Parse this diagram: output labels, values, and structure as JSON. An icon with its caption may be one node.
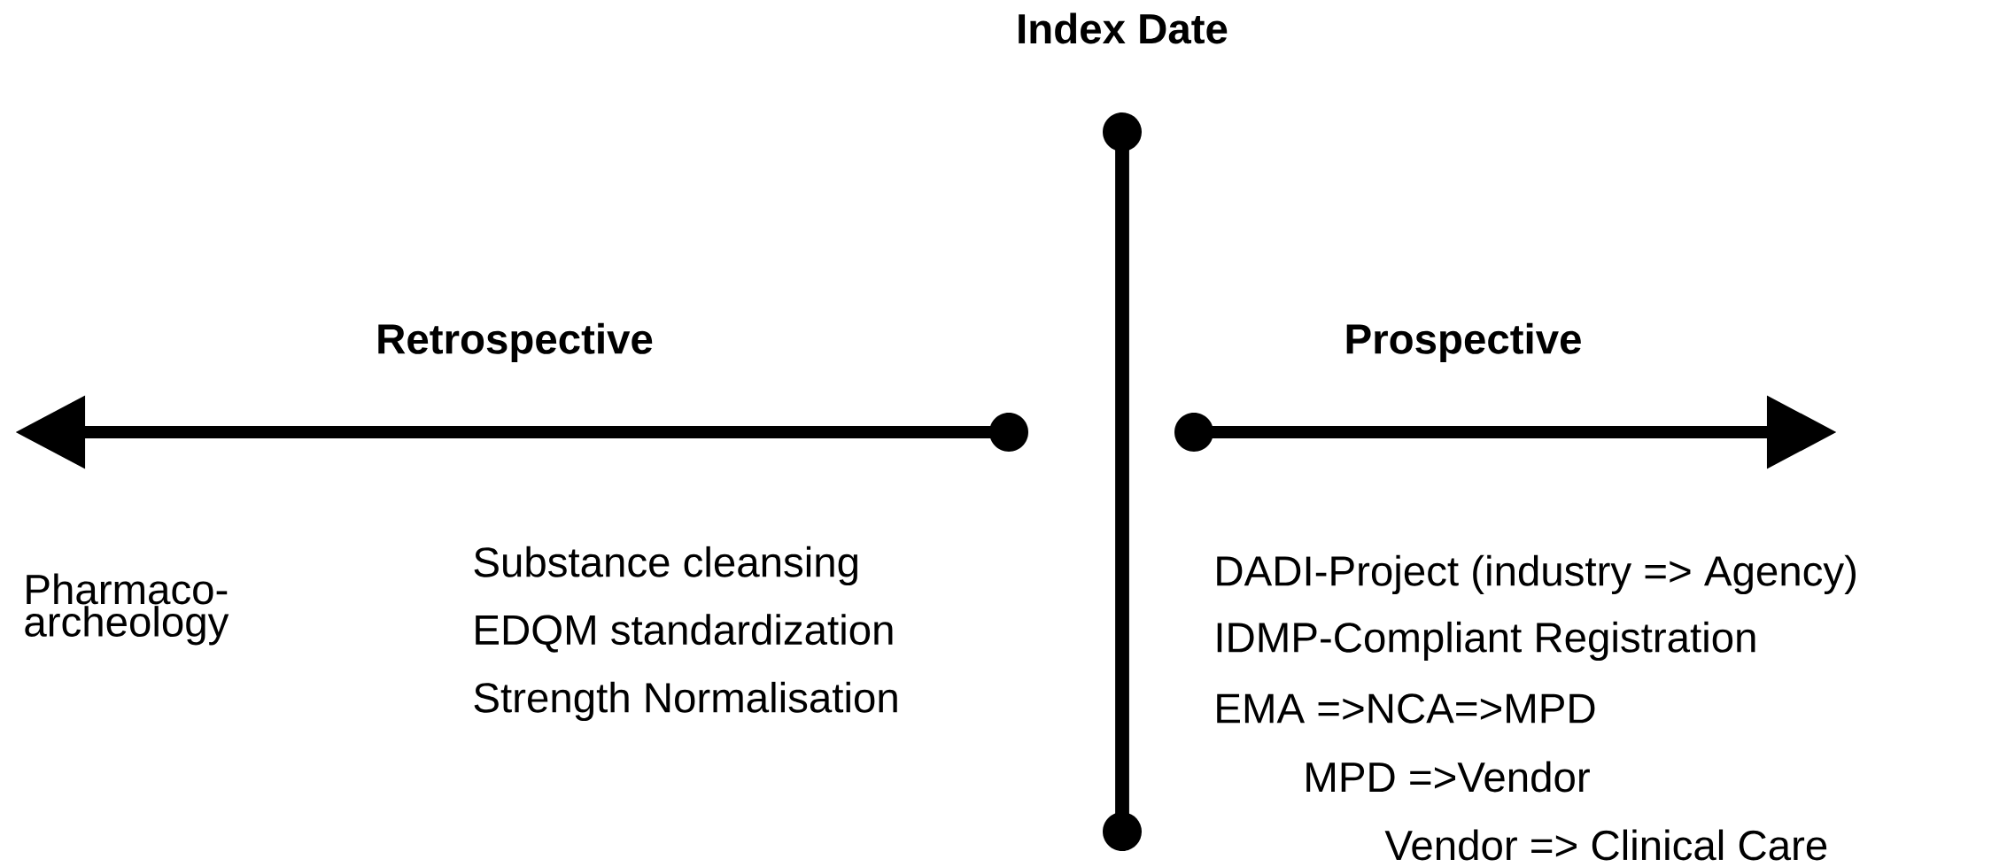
{
  "diagram": {
    "labels": [
      "Index Date",
      "Retrospective",
      "Prospective",
      "Pharmaco- archeology",
      "Substance cleansing",
      "EDQM standardization",
      "Strength Normalisation",
      "DADI-Project (industry => Agency)",
      "IDMP-Compliant Registration",
      "EMA =>NCA=>MPD",
      "MPD =>Vendor",
      "Vendor => Clinical Care"
    ]
  }
}
